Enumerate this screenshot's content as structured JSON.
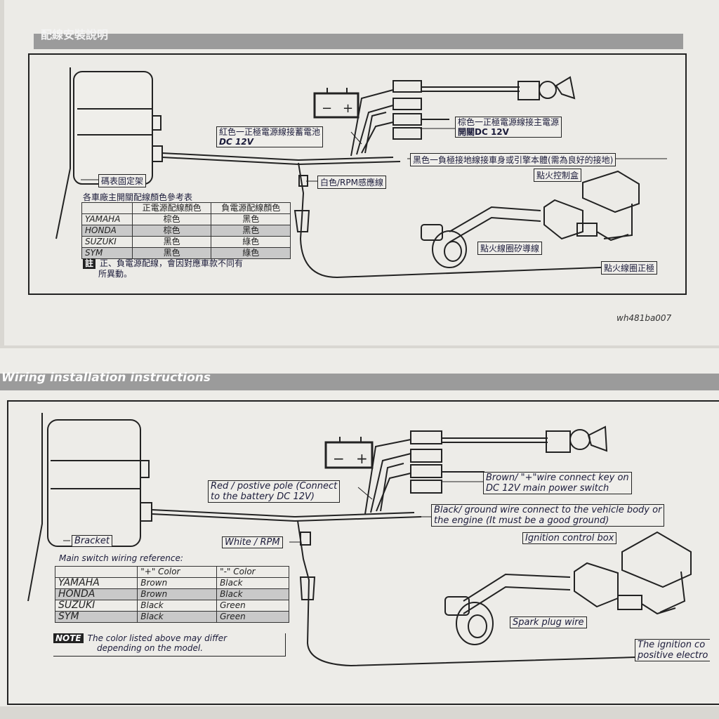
{
  "top": {
    "title": "配線安裝說明",
    "red_label_line1": "紅色一正極電源線接蓄電池",
    "red_label_line2": "DC 12V",
    "brown_label_line1": "棕色一正極電源線接主電源",
    "brown_label_line2": "開關DC 12V",
    "black_label": "黑色一負極接地線接車身或引擎本體(需為良好的接地)",
    "bracket_label": "碼表固定架",
    "white_label": "白色/RPM感應線",
    "ignition_box_label": "點火控制盒",
    "spark_wire_label": "點火線圈矽導線",
    "coil_positive_label": "點火線圈正極",
    "table_title": "各車廠主開關配線顏色參考表",
    "table_headers": [
      "",
      "正電源配線顏色",
      "負電源配線顏色"
    ],
    "table_rows": [
      [
        "YAMAHA",
        "棕色",
        "黑色"
      ],
      [
        "HONDA",
        "棕色",
        "黑色"
      ],
      [
        "SUZUKI",
        "黑色",
        "綠色"
      ],
      [
        "SYM",
        "黑色",
        "綠色"
      ]
    ],
    "note_tag": "註",
    "note_line1": "正、負電源配線，會因對應車款不同有",
    "note_line2": "所異動。",
    "code": "wh481ba007"
  },
  "bottom": {
    "title": "Wiring installation instructions",
    "red_label_line1": "Red / postive pole (Connect",
    "red_label_line2": "to the battery DC 12V)",
    "brown_label_line1": "Brown/ \"+\"wire connect key on",
    "brown_label_line2": "DC 12V main power switch",
    "black_label_line1": "Black/ ground wire connect to the vehicle  body or",
    "black_label_line2": "the engine (It must be a good ground)",
    "bracket_label": "Bracket",
    "white_label": "White / RPM",
    "ignition_box_label": "Ignition control box",
    "spark_wire_label": "Spark plug wire",
    "coil_label_line1": "The ignition co",
    "coil_label_line2": "positive electro",
    "table_title": "Main switch wiring reference:",
    "table_headers": [
      "",
      "\"+\" Color",
      "\"-\" Color"
    ],
    "table_rows": [
      [
        "YAMAHA",
        "Brown",
        "Black"
      ],
      [
        "HONDA",
        "Brown",
        "Black"
      ],
      [
        "SUZUKI",
        "Black",
        "Green"
      ],
      [
        "SYM",
        "Black",
        "Green"
      ]
    ],
    "note_tag": "NOTE",
    "note_line1": "The color listed above may differ",
    "note_line2": "depending on the model."
  }
}
